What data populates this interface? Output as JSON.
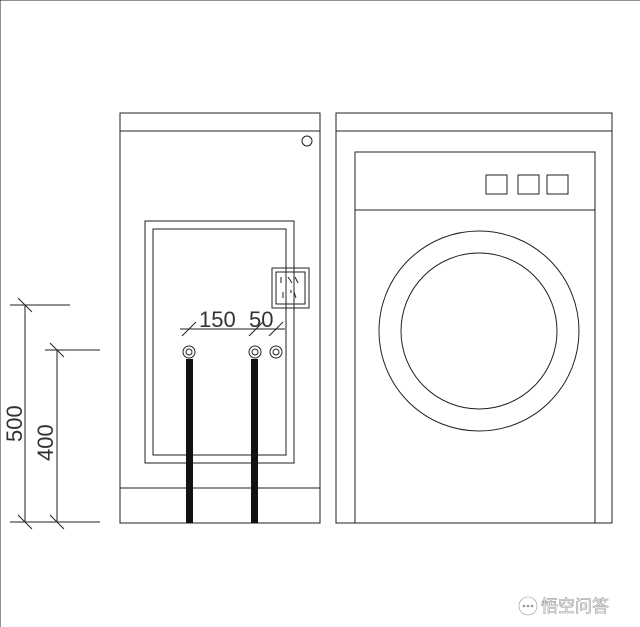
{
  "dimensions": {
    "vertical_outer": "500",
    "vertical_inner": "400",
    "horizontal_spacing": "150",
    "horizontal_small": "50"
  },
  "watermark": {
    "text": "悟空问答",
    "icon": "chat-bubble-icon"
  },
  "colors": {
    "line": "#222222",
    "pipe": "#111111",
    "background": "#ffffff"
  }
}
